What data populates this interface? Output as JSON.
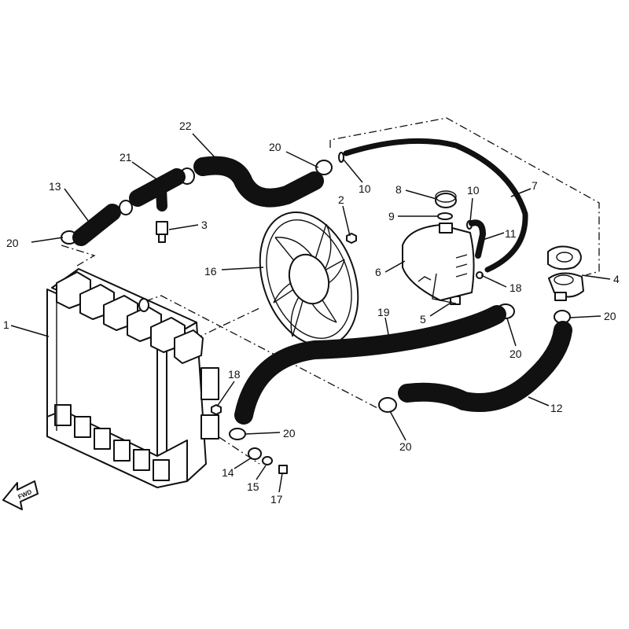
{
  "diagram": {
    "callouts": {
      "c1": "1",
      "c2": "2",
      "c3": "3",
      "c4": "4",
      "c5": "5",
      "c6": "6",
      "c7": "7",
      "c8": "8",
      "c9": "9",
      "c10a": "10",
      "c10b": "10",
      "c11": "11",
      "c12": "12",
      "c13": "13",
      "c14": "14",
      "c15": "15",
      "c16": "16",
      "c17": "17",
      "c18a": "18",
      "c18b": "18",
      "c19": "19",
      "c20a": "20",
      "c20b": "20",
      "c20c": "20",
      "c20d": "20",
      "c20e": "20",
      "c20f": "20",
      "c21": "21",
      "c22": "22"
    },
    "direction_arrow_label": "FWD"
  }
}
